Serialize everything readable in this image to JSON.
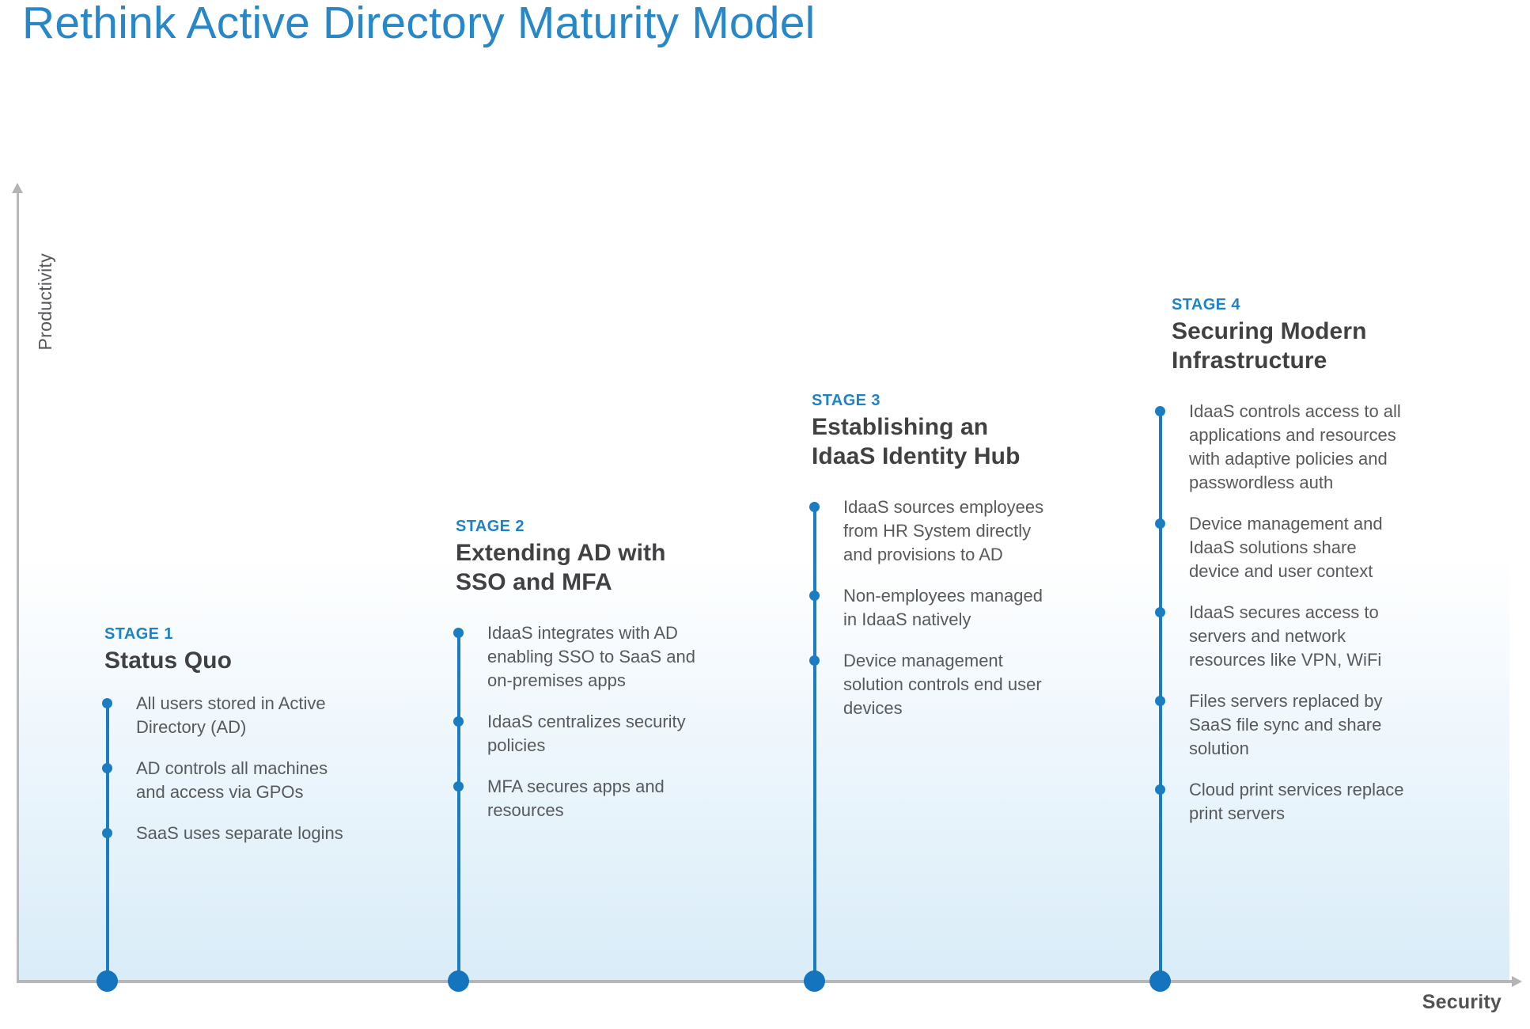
{
  "title": "Rethink Active Directory Maturity Model",
  "axes": {
    "y_label": "Productivity",
    "x_label": "Security"
  },
  "colors": {
    "title_blue": "#2787C7",
    "stage_blue": "#1D83C5",
    "line_blue": "#1A7DC2",
    "heading_dark": "#414042",
    "body_gray": "#58595B",
    "axis_gray": "#B4B6B8",
    "band_blue": "#D9ECF8"
  },
  "stages": [
    {
      "label": "STAGE 1",
      "title": "Status Quo",
      "bullets": [
        "All users stored in Active\nDirectory (AD)",
        "AD controls all machines\nand access via GPOs",
        "SaaS uses separate logins"
      ]
    },
    {
      "label": "STAGE 2",
      "title": "Extending AD with\nSSO and MFA",
      "bullets": [
        "IdaaS integrates with AD\nenabling SSO to SaaS and\non-premises apps",
        "IdaaS centralizes security\npolicies",
        "MFA secures apps and\nresources"
      ]
    },
    {
      "label": "STAGE 3",
      "title": "Establishing an\nIdaaS Identity Hub",
      "bullets": [
        "IdaaS sources employees\nfrom HR System directly\nand provisions to AD",
        "Non-employees managed\nin IdaaS natively",
        "Device management\nsolution controls end user\ndevices"
      ]
    },
    {
      "label": "STAGE 4",
      "title": "Securing Modern\nInfrastructure",
      "bullets": [
        "IdaaS controls access to all\napplications and resources\nwith adaptive policies and\npasswordless auth",
        "Device management and\nIdaaS solutions share\ndevice and user context",
        "IdaaS secures access to\nservers and network\nresources like VPN, WiFi",
        "Files servers replaced by\nSaaS file sync and share\nsolution",
        "Cloud print services replace\nprint servers"
      ]
    }
  ]
}
